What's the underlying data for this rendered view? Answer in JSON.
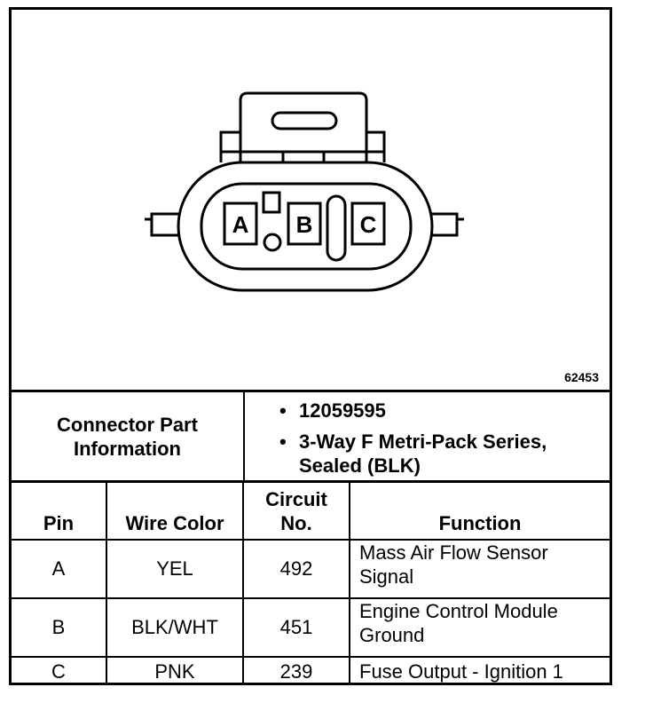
{
  "figure_number": "62453",
  "connector": {
    "pins": [
      "A",
      "B",
      "C"
    ]
  },
  "part_info": {
    "title_line1": "Connector Part",
    "title_line2": "Information",
    "items": [
      {
        "line1": "12059595",
        "line2": ""
      },
      {
        "line1": "3-Way F Metri-Pack Series,",
        "line2": "Sealed (BLK)"
      }
    ]
  },
  "table": {
    "headers": {
      "pin": "Pin",
      "wire_color": "Wire Color",
      "circuit_line1": "Circuit",
      "circuit_line2": "No.",
      "function": "Function"
    },
    "rows": [
      {
        "pin": "A",
        "wire_color": "YEL",
        "circuit": "492",
        "function_line1": "Mass Air Flow Sensor",
        "function_line2": "Signal"
      },
      {
        "pin": "B",
        "wire_color": "BLK/WHT",
        "circuit": "451",
        "function_line1": "Engine Control Module",
        "function_line2": "Ground"
      },
      {
        "pin": "C",
        "wire_color": "PNK",
        "circuit": "239",
        "function_line1": "Fuse Output - Ignition 1",
        "function_line2": ""
      }
    ]
  }
}
